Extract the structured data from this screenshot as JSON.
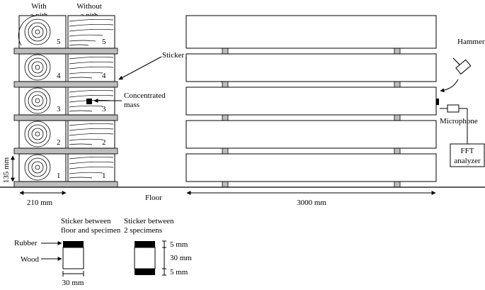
{
  "labels": {
    "with_pith_1": "With",
    "with_pith_2": "a pith",
    "without_pith_1": "Without",
    "without_pith_2": "a pith",
    "sticker": "Sticker",
    "concentrated_mass_1": "Concentrated",
    "concentrated_mass_2": "mass",
    "hammer": "Hammer",
    "microphone": "Microphone",
    "fft_1": "FFT",
    "fft_2": "analyzer",
    "floor": "Floor",
    "dim_135": "135 mm",
    "dim_210": "210 mm",
    "dim_3000": "3000 mm",
    "sticker_floor_1": "Sticker between",
    "sticker_floor_2": "floor and specimen",
    "sticker_spec_1": "Sticker between",
    "sticker_spec_2": "2 specimens",
    "rubber": "Rubber",
    "wood": "Wood",
    "dim_30_width": "30 mm",
    "dim_5_top": "5 mm",
    "dim_30_height": "30 mm",
    "dim_5_bottom": "5 mm"
  },
  "specimen_numbers": [
    "5",
    "4",
    "3",
    "2",
    "1"
  ]
}
